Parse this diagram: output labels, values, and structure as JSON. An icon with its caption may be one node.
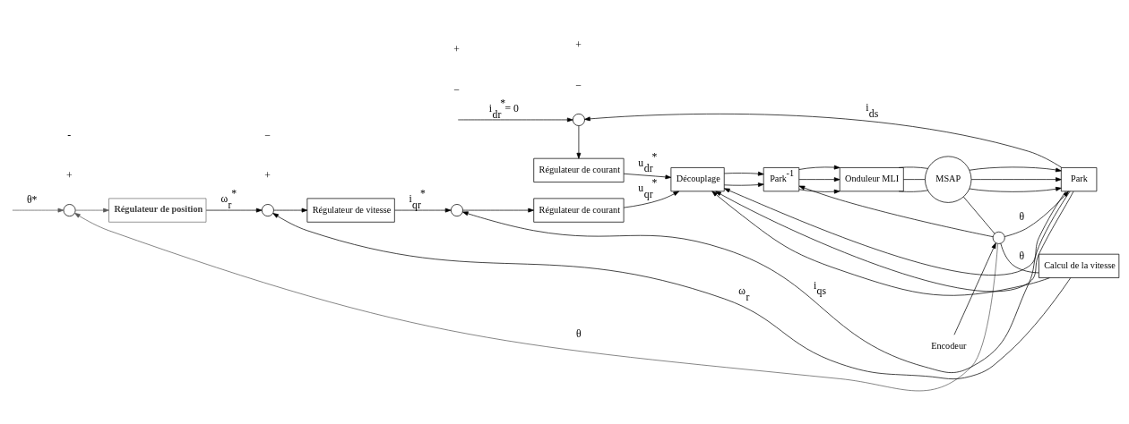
{
  "diagram": {
    "nodes": [
      {
        "text": [],
        "shape": "circle"
      },
      {
        "text": [
          "Régulateur de position"
        ]
      },
      {
        "text": [],
        "shape": "circle"
      },
      {
        "text": [
          "Régulateur de vitesse"
        ]
      },
      {
        "text": [],
        "shape": "circle"
      },
      {
        "text": [
          "Régulateur de courant"
        ]
      },
      {
        "text": [],
        "shape": "circle"
      },
      {
        "text": [
          "Régulateur de courant"
        ]
      },
      {
        "text": [
          "Découplage"
        ]
      },
      {
        "text": [
          "Park$^{-1}$"
        ]
      },
      {
        "text": [
          "Onduleur MLI"
        ]
      },
      {
        "text": [
          "MSAP"
        ]
      },
      {
        "text": [],
        "shape": "circle"
      },
      {
        "text": [
          "Park"
        ]
      },
      {
        "text": [
          "Calcul de la vitesse"
        ]
      },
      {
        "text": [
          "Encodeur"
        ]
      }
    ],
    "edges": [
      {
        "from": null,
        "to": 0,
        "arrow": "to",
        "label": "θ*",
        "color": "#595959"
      },
      {
        "from": 0,
        "to": 1,
        "arrow": "to",
        "color": "#595959"
      },
      {
        "from": 1,
        "to": 2,
        "arrow": "to",
        "label": "ω$_{r}$$^{*}$"
      },
      {
        "from": 2,
        "to": 3,
        "arrow": "to"
      },
      {
        "from": 3,
        "to": 4,
        "arrow": "to",
        "label": "i$_{qr}$$^{*}$"
      },
      {
        "from": 4,
        "to": 5,
        "arrow": "to"
      },
      {
        "from": 5,
        "to": 8,
        "arrow": "to",
        "label": "u$_{qr}$$^{*}$"
      },
      {
        "from": null,
        "to": 6,
        "arrow": "to",
        "label": "i$_{dr}$$^{*}$= 0"
      },
      {
        "from": 6,
        "to": 7,
        "arrow": "to"
      },
      {
        "from": 7,
        "to": 8,
        "arrow": "to",
        "label": "u$_{dr}$$^{*}$"
      },
      {
        "from": 8,
        "to": 9,
        "arrow": "to"
      },
      {
        "from": 8,
        "to": 9,
        "arrow": "to"
      },
      {
        "from": 9,
        "to": 10,
        "arrow": "to"
      },
      {
        "from": 9,
        "to": 10,
        "arrow": "to"
      },
      {
        "from": 9,
        "to": 10,
        "arrow": "to"
      },
      {
        "from": 10,
        "to": 11,
        "arrow": "none"
      },
      {
        "from": 10,
        "to": 11,
        "arrow": "none"
      },
      {
        "from": 10,
        "to": 11,
        "arrow": "none"
      },
      {
        "from": 11,
        "to": 12,
        "arrow": "none"
      },
      {
        "from": 11,
        "to": 13,
        "arrow": "to"
      },
      {
        "from": 11,
        "to": 13,
        "arrow": "to"
      },
      {
        "from": 11,
        "to": 13,
        "arrow": "to"
      },
      {
        "from": 12,
        "to": 13,
        "arrow": "to",
        "label": "θ"
      },
      {
        "from": 13,
        "to": 6,
        "arrow": "to",
        "label": "i$_{ds}$"
      },
      {
        "from": 13,
        "to": 8,
        "arrow": "to"
      },
      {
        "from": 13,
        "to": 4,
        "arrow": "to",
        "label": "i$_{qs}$"
      },
      {
        "from": 13,
        "to": 8,
        "arrow": "to"
      },
      {
        "from": 12,
        "to": 14,
        "arrow": "none",
        "label": "θ"
      },
      {
        "from": 12,
        "to": 9,
        "arrow": "to"
      },
      {
        "from": 14,
        "to": 2,
        "arrow": "to",
        "label": "ω$_{r}$"
      },
      {
        "from": 14,
        "to": 8,
        "arrow": "to"
      },
      {
        "from": 12,
        "to": 0,
        "arrow": "to",
        "label": "θ",
        "color": "#595959"
      },
      {
        "from": 15,
        "to": 12,
        "arrow": "to"
      }
    ],
    "labels": [
      "−",
      "+",
      "−",
      "+",
      "+",
      "+",
      "-",
      "−"
    ]
  }
}
